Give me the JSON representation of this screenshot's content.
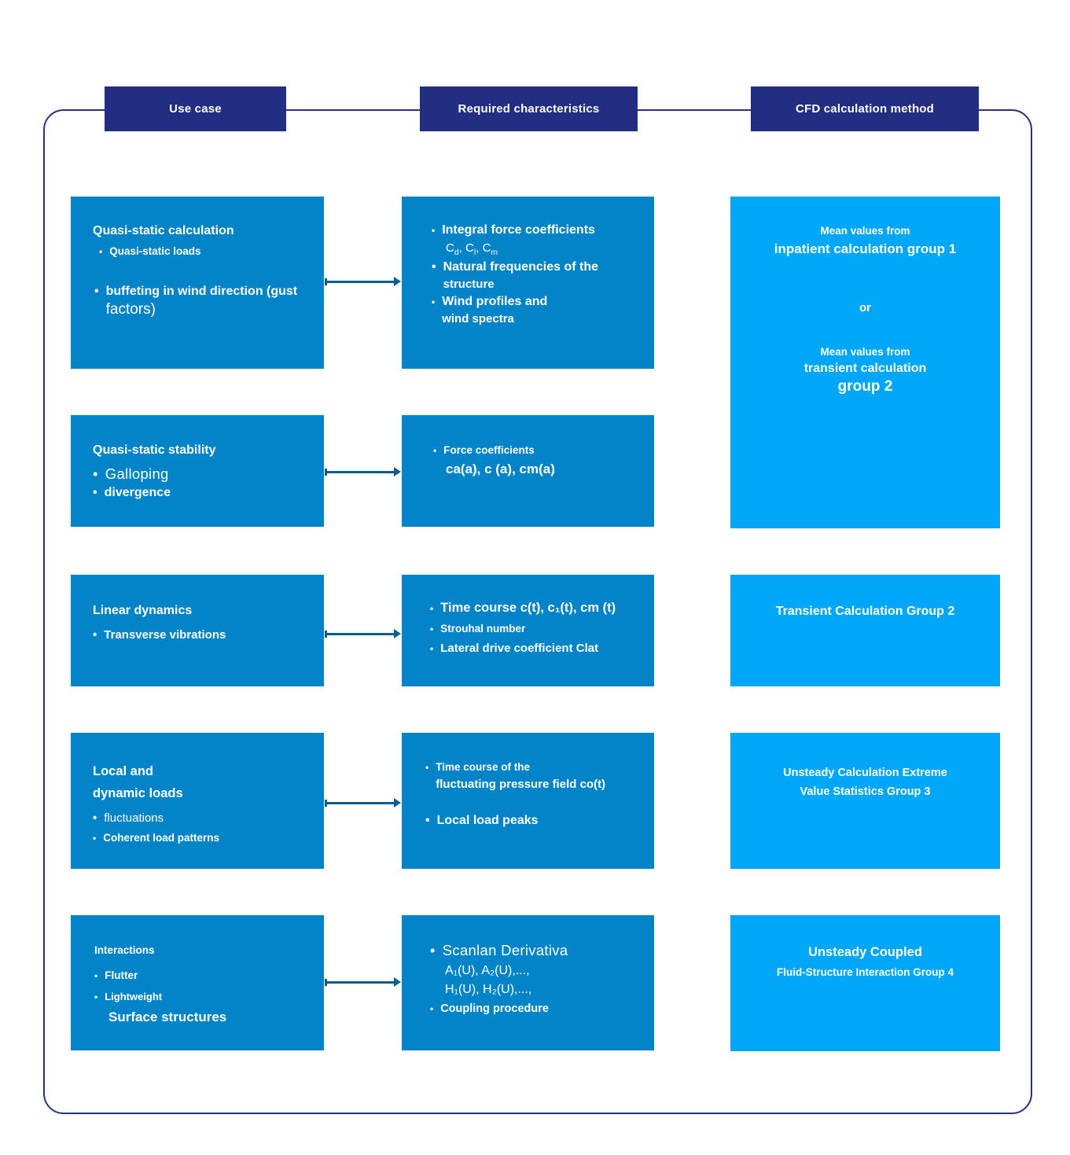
{
  "ui": {
    "bullet": "•"
  },
  "colors": {
    "header_navy": "#222e82",
    "frame_border": "#28317e",
    "box_blue": "#0383c8",
    "box_light_blue": "#00a7f9",
    "arrow_blue": "#0a5c92",
    "text_white": "#ffffff"
  },
  "headers": [
    {
      "label": "Use case"
    },
    {
      "label": "Required characteristics"
    },
    {
      "label": "CFD calculation method"
    }
  ],
  "rows": [
    {
      "use_case": {
        "title": "Quasi-static calculation",
        "bullet1": "Quasi-static loads",
        "bullet2_line1": "buffeting in wind direction (gust",
        "bullet2_line2": "factors)"
      },
      "characteristics": {
        "bullet1": "Integral force coefficients",
        "coeff_parts": [
          {
            "base": "C",
            "sub": "d",
            "sep": ", "
          },
          {
            "base": "C",
            "sub": "l",
            "sep": ", "
          },
          {
            "base": "C",
            "sub": "m",
            "sep": ""
          }
        ],
        "bullet2_line1": "Natural frequencies of the",
        "bullet2_line2": "structure",
        "bullet3_line1": "Wind profiles and",
        "bullet3_line2": "wind spectra"
      },
      "method": {
        "line1": "Mean values from",
        "line2": "inpatient calculation group 1",
        "or_label": "or",
        "line3": "Mean values from",
        "line4": "transient calculation",
        "line5": "group 2"
      }
    },
    {
      "use_case": {
        "title": "Quasi-static stability",
        "bullet1": "Galloping",
        "bullet2": "divergence"
      },
      "characteristics": {
        "bullet1": "Force coefficients",
        "line2": "ca(a), c (a), cm(a)"
      }
    },
    {
      "use_case": {
        "title": "Linear dynamics",
        "bullet1": "Transverse vibrations"
      },
      "characteristics": {
        "bullet1": "Time course c(t), c₁(t), cm (t)",
        "bullet2": "Strouhal number",
        "bullet3": "Lateral drive coefficient Clat"
      },
      "method": {
        "line1": "Transient Calculation Group 2"
      }
    },
    {
      "use_case": {
        "title_line1": "Local and",
        "title_line2": "dynamic loads",
        "bullet1": "fluctuations",
        "bullet2": "Coherent load patterns"
      },
      "characteristics": {
        "bullet1_line1": "Time course of the",
        "bullet1_line2": "fluctuating pressure field co(t)",
        "bullet2": "Local load peaks"
      },
      "method": {
        "line1": "Unsteady Calculation Extreme",
        "line2": "Value Statistics Group 3"
      }
    },
    {
      "use_case": {
        "title": "Interactions",
        "bullet1": "Flutter",
        "bullet2": "Lightweight",
        "line3": "Surface structures"
      },
      "characteristics": {
        "bullet1": "Scanlan Derivativa",
        "line2": "A₁(U), A₂(U),...,",
        "line3": "H₁(U), H₂(U),...,",
        "bullet2": "Coupling procedure"
      },
      "method": {
        "line1": "Unsteady Coupled",
        "line2": "Fluid-Structure Interaction Group 4"
      }
    }
  ]
}
